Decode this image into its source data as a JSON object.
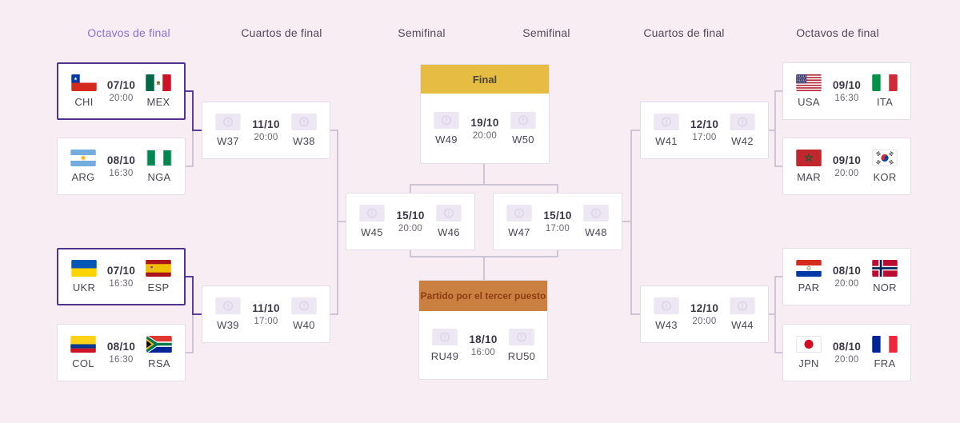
{
  "colors": {
    "background": "#f9edf4",
    "accent_purple": "#8a6fd6",
    "highlight_border_purple": "#4f338f",
    "final_header_gold": "#e6bc43",
    "third_place_header_orange": "#ca8040",
    "connector_gray": "#ccc5d6",
    "connector_purple": "#5b3e9b"
  },
  "round_headers": [
    {
      "label": "Octavos de final",
      "highlighted": true
    },
    {
      "label": "Cuartos de final",
      "highlighted": false
    },
    {
      "label": "Semifinal",
      "highlighted": false
    },
    {
      "label": "Semifinal",
      "highlighted": false
    },
    {
      "label": "Cuartos de final",
      "highlighted": false
    },
    {
      "label": "Octavos de final",
      "highlighted": false
    }
  ],
  "matches": {
    "r16_l1": {
      "home": {
        "code": "CHI",
        "flag": "chile"
      },
      "away": {
        "code": "MEX",
        "flag": "mexico"
      },
      "date": "07/10",
      "time": "20:00",
      "highlighted": true
    },
    "r16_l2": {
      "home": {
        "code": "ARG",
        "flag": "argentina"
      },
      "away": {
        "code": "NGA",
        "flag": "nigeria"
      },
      "date": "08/10",
      "time": "16:30",
      "highlighted": false
    },
    "r16_l3": {
      "home": {
        "code": "UKR",
        "flag": "ukraine"
      },
      "away": {
        "code": "ESP",
        "flag": "spain"
      },
      "date": "07/10",
      "time": "16:30",
      "highlighted": true
    },
    "r16_l4": {
      "home": {
        "code": "COL",
        "flag": "colombia"
      },
      "away": {
        "code": "RSA",
        "flag": "southafrica"
      },
      "date": "08/10",
      "time": "16:30",
      "highlighted": false
    },
    "qf_l1": {
      "home": {
        "code": "W37",
        "flag": "placeholder"
      },
      "away": {
        "code": "W38",
        "flag": "placeholder"
      },
      "date": "11/10",
      "time": "20:00",
      "highlighted": false
    },
    "qf_l2": {
      "home": {
        "code": "W39",
        "flag": "placeholder"
      },
      "away": {
        "code": "W40",
        "flag": "placeholder"
      },
      "date": "11/10",
      "time": "17:00",
      "highlighted": false
    },
    "sf_l": {
      "home": {
        "code": "W45",
        "flag": "placeholder"
      },
      "away": {
        "code": "W46",
        "flag": "placeholder"
      },
      "date": "15/10",
      "time": "20:00",
      "highlighted": false
    },
    "sf_r": {
      "home": {
        "code": "W47",
        "flag": "placeholder"
      },
      "away": {
        "code": "W48",
        "flag": "placeholder"
      },
      "date": "15/10",
      "time": "17:00",
      "highlighted": false
    },
    "final": {
      "title": "Final",
      "home": {
        "code": "W49",
        "flag": "placeholder"
      },
      "away": {
        "code": "W50",
        "flag": "placeholder"
      },
      "date": "19/10",
      "time": "20:00"
    },
    "third": {
      "title": "Partido por el tercer puesto",
      "home": {
        "code": "RU49",
        "flag": "placeholder"
      },
      "away": {
        "code": "RU50",
        "flag": "placeholder"
      },
      "date": "18/10",
      "time": "16:00"
    },
    "qf_r1": {
      "home": {
        "code": "W41",
        "flag": "placeholder"
      },
      "away": {
        "code": "W42",
        "flag": "placeholder"
      },
      "date": "12/10",
      "time": "17:00",
      "highlighted": false
    },
    "qf_r2": {
      "home": {
        "code": "W43",
        "flag": "placeholder"
      },
      "away": {
        "code": "W44",
        "flag": "placeholder"
      },
      "date": "12/10",
      "time": "20:00",
      "highlighted": false
    },
    "r16_r1": {
      "home": {
        "code": "USA",
        "flag": "usa"
      },
      "away": {
        "code": "ITA",
        "flag": "italy"
      },
      "date": "09/10",
      "time": "16:30",
      "highlighted": false
    },
    "r16_r2": {
      "home": {
        "code": "MAR",
        "flag": "morocco"
      },
      "away": {
        "code": "KOR",
        "flag": "southkorea"
      },
      "date": "09/10",
      "time": "20:00",
      "highlighted": false
    },
    "r16_r3": {
      "home": {
        "code": "PAR",
        "flag": "paraguay"
      },
      "away": {
        "code": "NOR",
        "flag": "norway"
      },
      "date": "08/10",
      "time": "20:00",
      "highlighted": false
    },
    "r16_r4": {
      "home": {
        "code": "JPN",
        "flag": "japan"
      },
      "away": {
        "code": "FRA",
        "flag": "france"
      },
      "date": "08/10",
      "time": "20:00",
      "highlighted": false
    }
  }
}
